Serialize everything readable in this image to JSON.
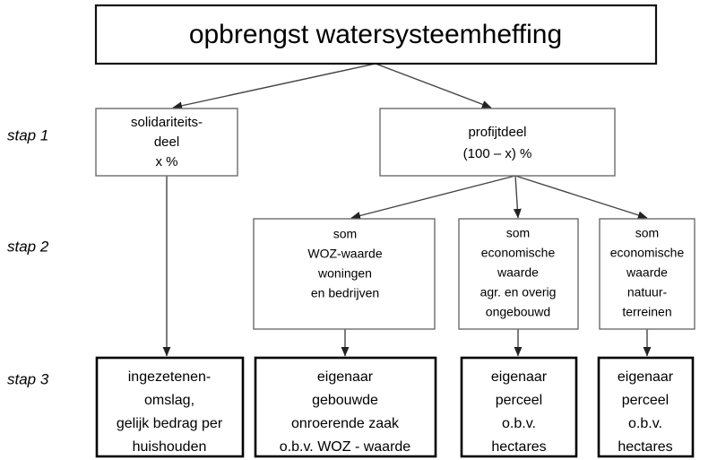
{
  "diagram": {
    "title": "opbrengst watersysteemheffing",
    "step_labels": [
      {
        "name": "stap-1",
        "text": "stap 1"
      },
      {
        "name": "stap-2",
        "text": "stap 2"
      },
      {
        "name": "stap-3",
        "text": "stap 3"
      }
    ],
    "level1": [
      {
        "name": "solidariteitsdeel",
        "lines": [
          "solidariteits-",
          "deel",
          "x %"
        ]
      },
      {
        "name": "profijtdeel",
        "lines": [
          "profijtdeel",
          "(100 – x) %"
        ]
      }
    ],
    "level2": [
      {
        "name": "som-woz-waarde",
        "lines": [
          "som",
          "WOZ-waarde",
          "woningen",
          "en bedrijven"
        ]
      },
      {
        "name": "som-economische-waarde-ongebouwd",
        "lines": [
          "som",
          "economische",
          "waarde",
          "agr. en overig",
          "ongebouwd"
        ]
      },
      {
        "name": "som-economische-waarde-natuur",
        "lines": [
          "som",
          "economische",
          "waarde",
          "natuur-",
          "terreinen"
        ]
      }
    ],
    "level3": [
      {
        "name": "ingezetenenomslag",
        "lines": [
          "ingezetenen-",
          "omslag,",
          "gelijk bedrag per",
          "huishouden"
        ]
      },
      {
        "name": "eigenaar-gebouwde-onroerende-zaak",
        "lines": [
          "eigenaar",
          "gebouwde",
          "onroerende zaak",
          "o.b.v. WOZ - waarde"
        ]
      },
      {
        "name": "eigenaar-perceel-hectares-1",
        "lines": [
          "eigenaar",
          "perceel",
          "o.b.v.",
          "hectares"
        ]
      },
      {
        "name": "eigenaar-perceel-hectares-2",
        "lines": [
          "eigenaar",
          "perceel",
          "o.b.v.",
          "hectares"
        ]
      }
    ],
    "colors": {
      "background": "#ffffff",
      "text": "#000000",
      "thin_border": "#6b6b6b",
      "thick_border": "#000000",
      "connector": "#444444"
    }
  }
}
